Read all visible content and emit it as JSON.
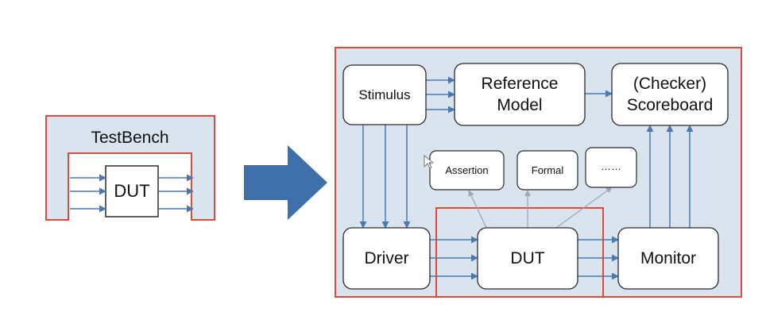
{
  "left_diagram": {
    "testbench_label": "TestBench",
    "dut_label": "DUT"
  },
  "right_diagram": {
    "stimulus_label": "Stimulus",
    "reference_model_label": "Reference\nModel",
    "scoreboard_label": "(Checker)\nScoreboard",
    "assertion_label": "Assertion",
    "formal_label": "Formal",
    "more_label": "……",
    "driver_label": "Driver",
    "dut_label": "DUT",
    "monitor_label": "Monitor"
  },
  "colors": {
    "frame_red": "#e04a3a",
    "panel_fill": "#d9e4ef",
    "arrow_blue": "#4a79b0",
    "big_arrow": "#3f6fa8",
    "line_gray": "#9aa9b8",
    "box_stroke": "#2b2b2b"
  }
}
